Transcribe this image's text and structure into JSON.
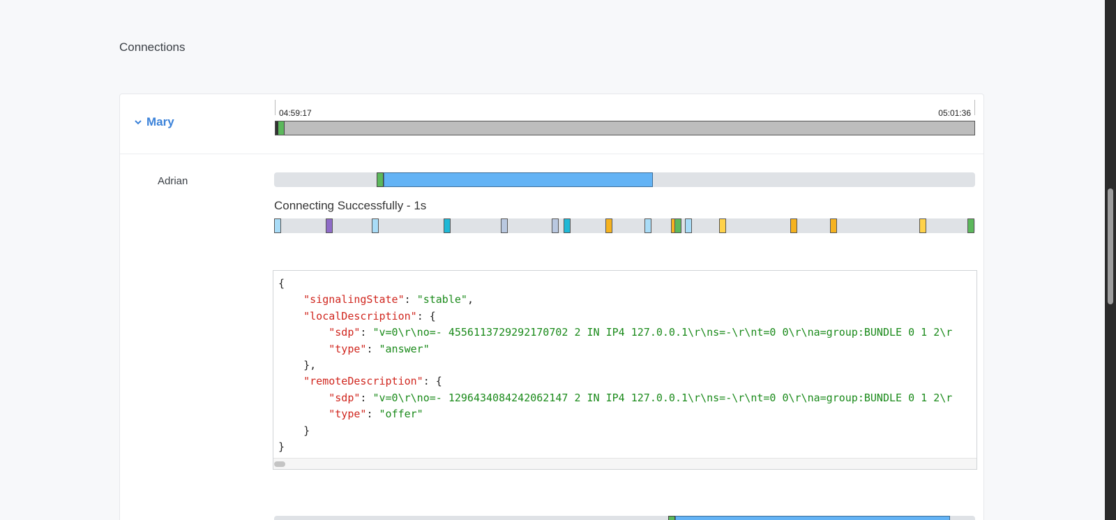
{
  "page": {
    "title": "Connections"
  },
  "peer": {
    "name": "Mary",
    "timeline": {
      "start_time": "04:59:17",
      "end_time": "05:01:36"
    }
  },
  "connection": {
    "name": "Adrian",
    "status_text": "Connecting Successfully - 1s",
    "event_colors": [
      "#a9dcf7",
      "#8e6bc7",
      "#a9dcf7",
      "#1fb8d6",
      "#b9c8e0",
      "#b9c8e0",
      "#1fb8d6",
      "#f5b21f",
      "#a9dcf7",
      "#f5b21f",
      "#5cb85c",
      "#a9dcf7",
      "#ffd24a",
      "#f5b21f",
      "#f5b21f",
      "#ffd24a",
      "#5cb85c"
    ]
  },
  "details_json": {
    "open_brace": "{",
    "close_brace": "}",
    "signalingState": {
      "key": "\"signalingState\"",
      "value": "\"stable\""
    },
    "localDescription": {
      "key": "\"localDescription\"",
      "sdp_key": "\"sdp\"",
      "sdp_value": "\"v=0\\r\\no=- 4556113729292170702 2 IN IP4 127.0.0.1\\r\\ns=-\\r\\nt=0 0\\r\\na=group:BUNDLE 0 1 2\\r",
      "type_key": "\"type\"",
      "type_value": "\"answer\""
    },
    "remoteDescription": {
      "key": "\"remoteDescription\"",
      "sdp_key": "\"sdp\"",
      "sdp_value": "\"v=0\\r\\no=- 1296434084242062147 2 IN IP4 127.0.0.1\\r\\ns=-\\r\\nt=0 0\\r\\na=group:BUNDLE 0 1 2\\r",
      "type_key": "\"type\"",
      "type_value": "\"offer\""
    }
  },
  "colors": {
    "accent": "#3b82d9",
    "connected_green": "#5cb85c",
    "connected_blue": "#63b3f5",
    "json_key": "#d0261e",
    "json_string": "#1a8a1a"
  },
  "icons": {
    "peer_toggle": "chevron-down-icon"
  }
}
